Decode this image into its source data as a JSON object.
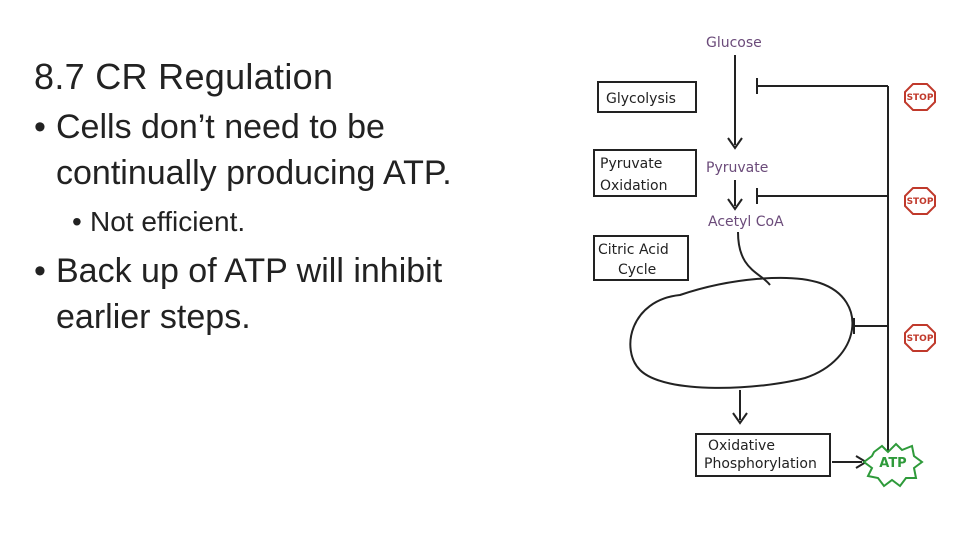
{
  "slide": {
    "title": "8.7 CR Regulation",
    "bullets": [
      {
        "dot": "•",
        "text_line1": "Cells don’t need to be",
        "text_line2": "continually producing ATP."
      },
      {
        "dot": "•",
        "text": "Not efficient."
      },
      {
        "dot": "•",
        "text_line1": "Back up of ATP will inhibit",
        "text_line2": "earlier steps."
      }
    ]
  },
  "diagram": {
    "molecules": {
      "glucose": "Glucose",
      "pyruvate": "Pyruvate",
      "acetyl_coa": "Acetyl CoA"
    },
    "steps": {
      "glycolysis": "Glycolysis",
      "pyruvate_oxidation_line1": "Pyruvate",
      "pyruvate_oxidation_line2": "Oxidation",
      "citric_acid_cycle_line1": "Citric Acid",
      "citric_acid_cycle_line2": "Cycle",
      "oxphos_line1": "Oxidative",
      "oxphos_line2": "Phosphorylation"
    },
    "stop_signs": [
      "STOP",
      "STOP",
      "STOP"
    ],
    "product": "ATP",
    "colors": {
      "molecule_text": "#6b4b7a",
      "stop": "#c0392b",
      "atp": "#2e9a3a"
    }
  }
}
